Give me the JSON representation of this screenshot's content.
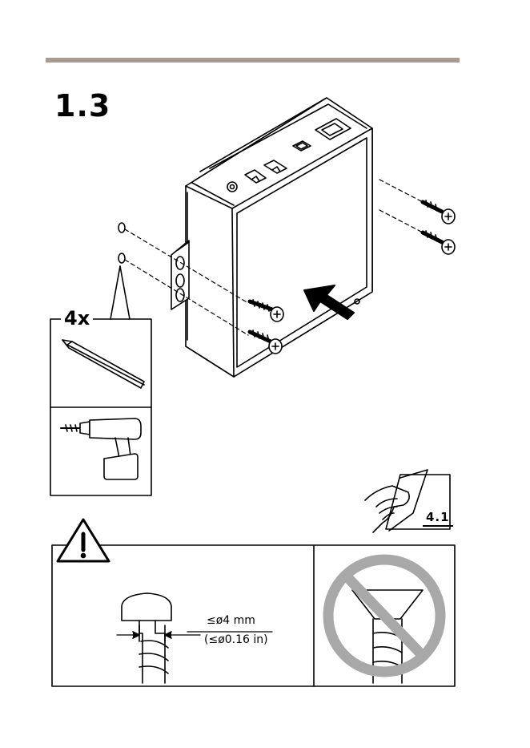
{
  "step": {
    "number": "1.3"
  },
  "callout": {
    "quantity": "4x"
  },
  "reference": {
    "step": "4.1"
  },
  "warning": {
    "screw_max_diameter_mm": "≤ø4 mm",
    "screw_max_diameter_in": "(≤ø0.16 in)"
  }
}
